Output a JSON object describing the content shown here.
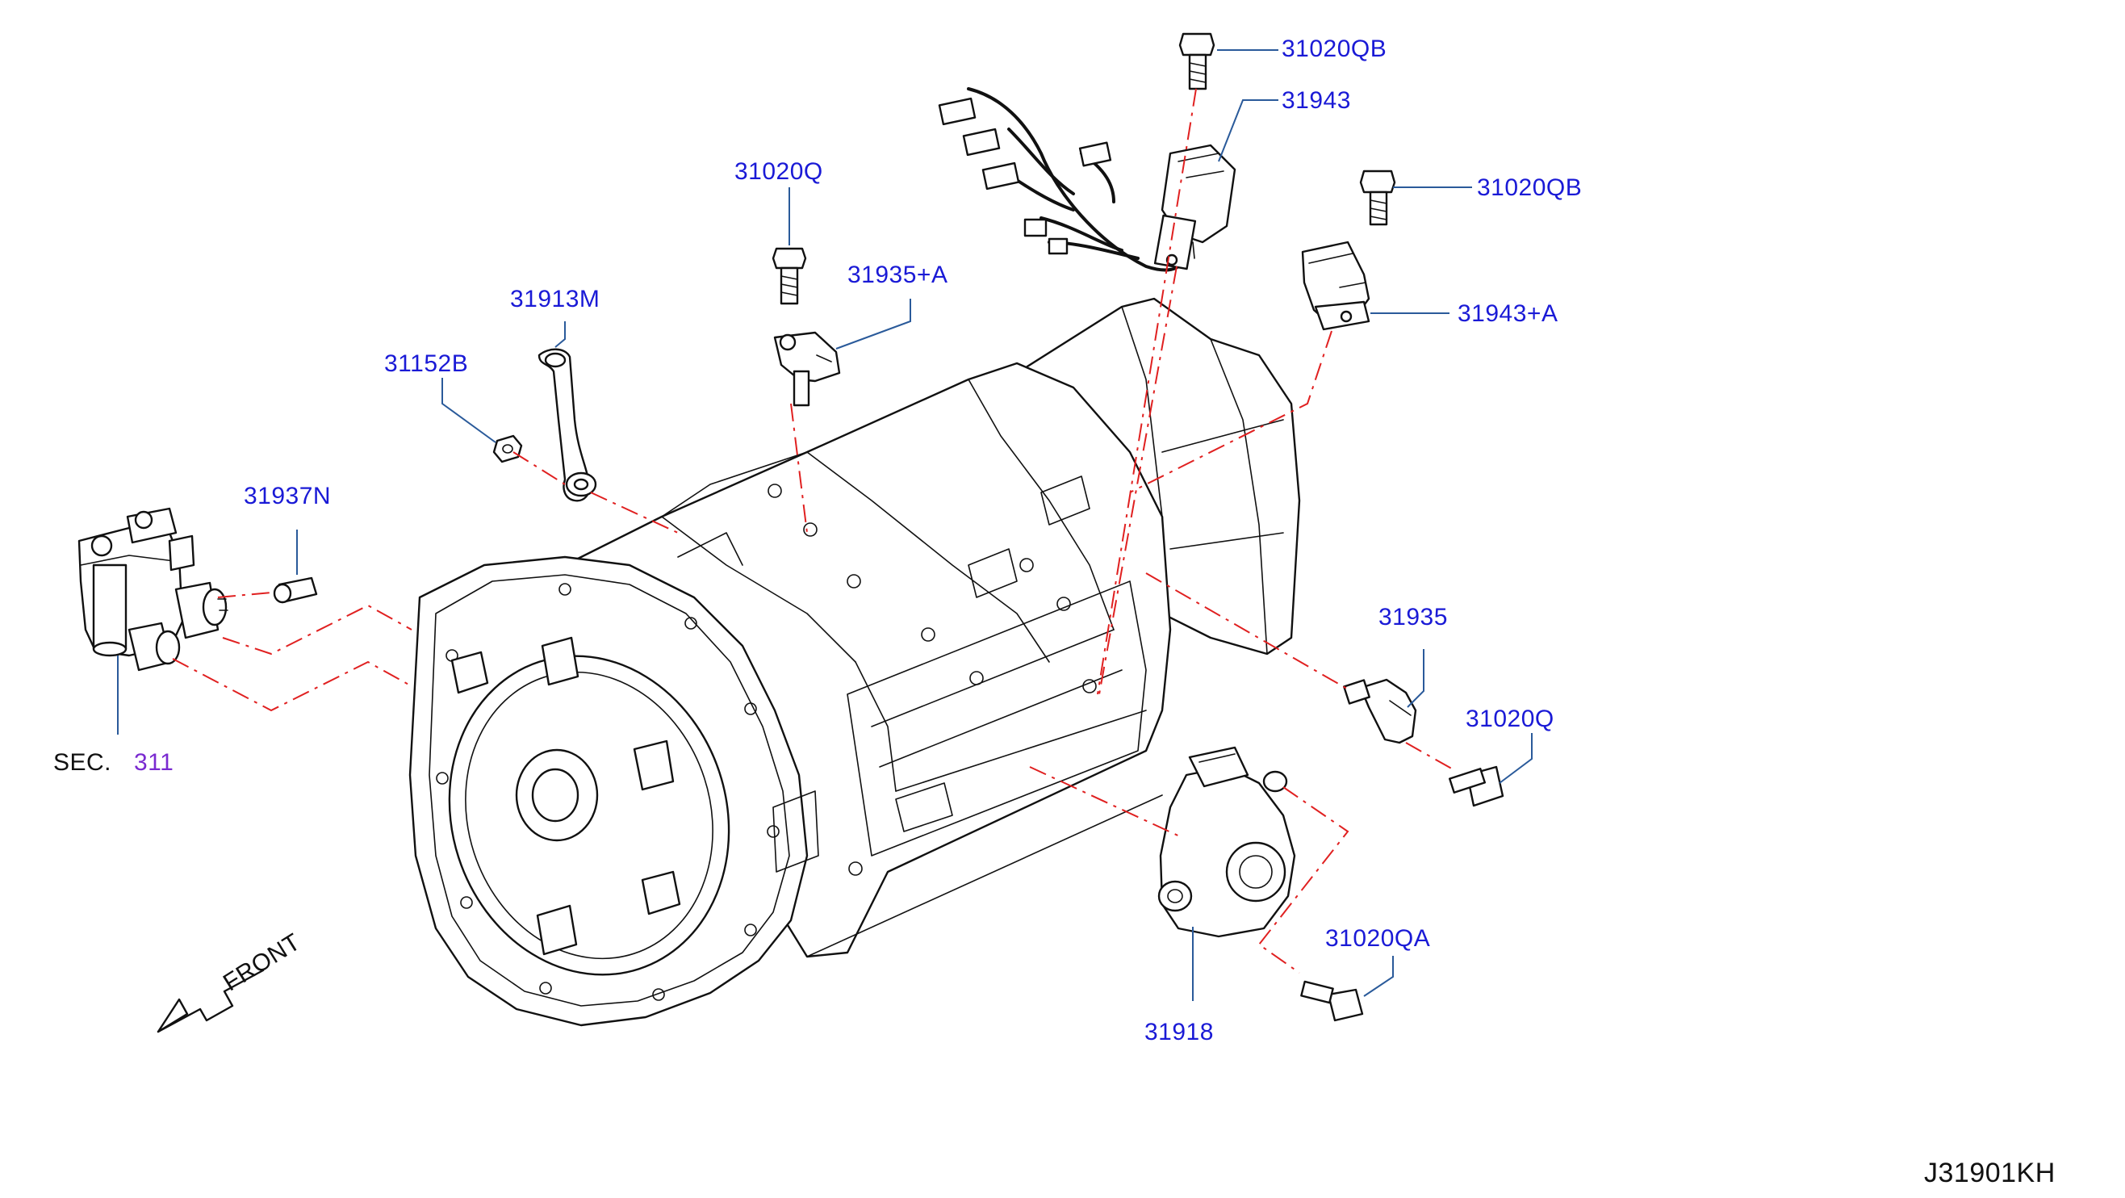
{
  "diagram_id": "J31901KH",
  "front_label": "FRONT",
  "section_ref": {
    "prefix": "SEC.",
    "number": "311"
  },
  "parts": [
    {
      "id": "p-31020qb-top",
      "label": "31020QB"
    },
    {
      "id": "p-31943",
      "label": "31943"
    },
    {
      "id": "p-31020qb-right",
      "label": "31020QB"
    },
    {
      "id": "p-31020q-top",
      "label": "31020Q"
    },
    {
      "id": "p-31935a",
      "label": "31935+A"
    },
    {
      "id": "p-31943a",
      "label": "31943+A"
    },
    {
      "id": "p-31913m",
      "label": "31913M"
    },
    {
      "id": "p-31152b",
      "label": "31152B"
    },
    {
      "id": "p-31937n",
      "label": "31937N"
    },
    {
      "id": "p-31935",
      "label": "31935"
    },
    {
      "id": "p-31020q-right",
      "label": "31020Q"
    },
    {
      "id": "p-31020qa",
      "label": "31020QA"
    },
    {
      "id": "p-31918",
      "label": "31918"
    }
  ],
  "colors": {
    "part_label": "#1a1ad6",
    "section_number": "#7a2ad0",
    "leader": "#2a5a9a",
    "dash": "#e02020",
    "drawing": "#111111"
  }
}
